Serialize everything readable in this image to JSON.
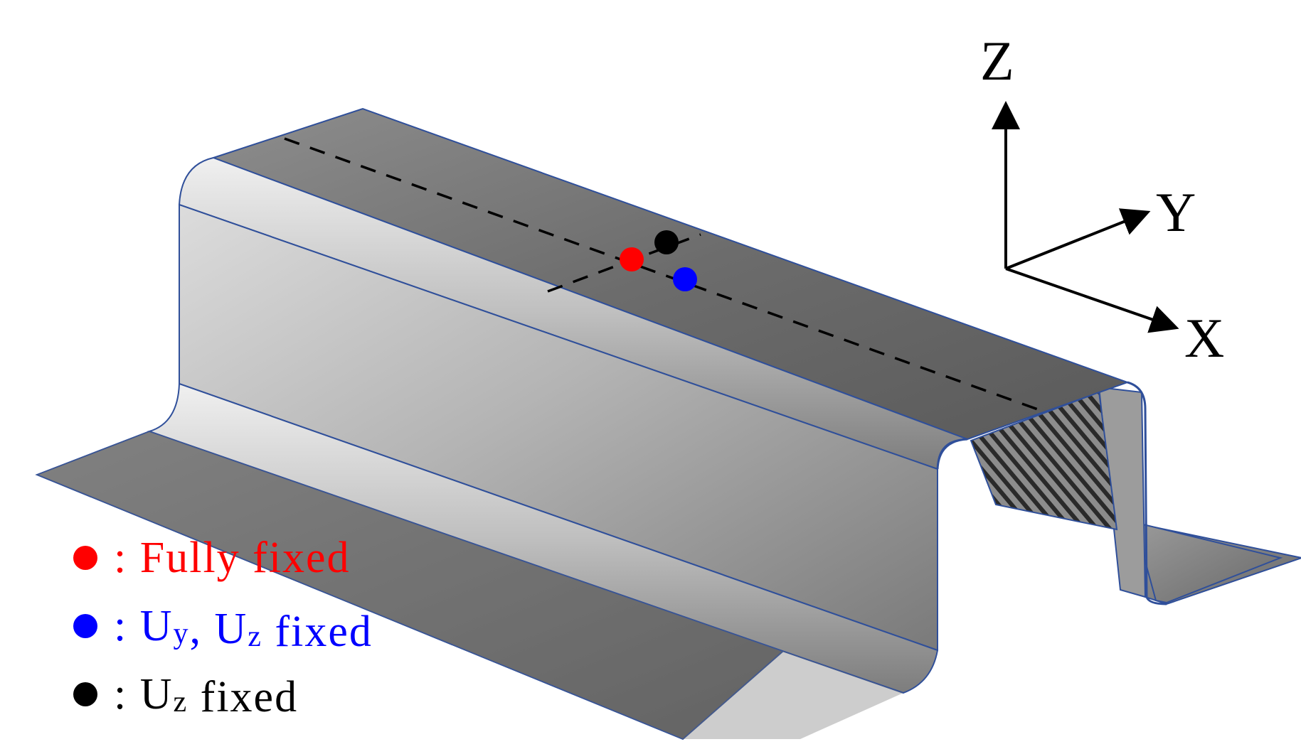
{
  "axes": {
    "z_label": "Z",
    "y_label": "Y",
    "x_label": "X"
  },
  "legend": [
    {
      "symbol_color": "#ff0000",
      "text_color": "#ff0000",
      "prefix": ": ",
      "parts": [
        {
          "text": "Fully fixed"
        }
      ]
    },
    {
      "symbol_color": "#0000ff",
      "text_color": "#0000ff",
      "prefix": ": ",
      "parts": [
        {
          "text": "U"
        },
        {
          "text": "y",
          "sub": true
        },
        {
          "text": ", U"
        },
        {
          "text": "z",
          "sub": true
        },
        {
          "text": " fixed"
        }
      ]
    },
    {
      "symbol_color": "#000000",
      "text_color": "#000000",
      "prefix": ": ",
      "parts": [
        {
          "text": "U"
        },
        {
          "text": "z",
          "sub": true
        },
        {
          "text": " fixed"
        }
      ]
    }
  ],
  "constraint_points": [
    {
      "name": "fully-fixed-point",
      "color": "#ff0000"
    },
    {
      "name": "uy-uz-fixed-point",
      "color": "#0000ff"
    },
    {
      "name": "uz-fixed-point",
      "color": "#000000"
    }
  ],
  "colors": {
    "metal_light": "#d8d8d8",
    "metal_mid": "#9a9a9a",
    "metal_dark": "#5e5e5e",
    "edge_line": "#2f4f9a"
  }
}
